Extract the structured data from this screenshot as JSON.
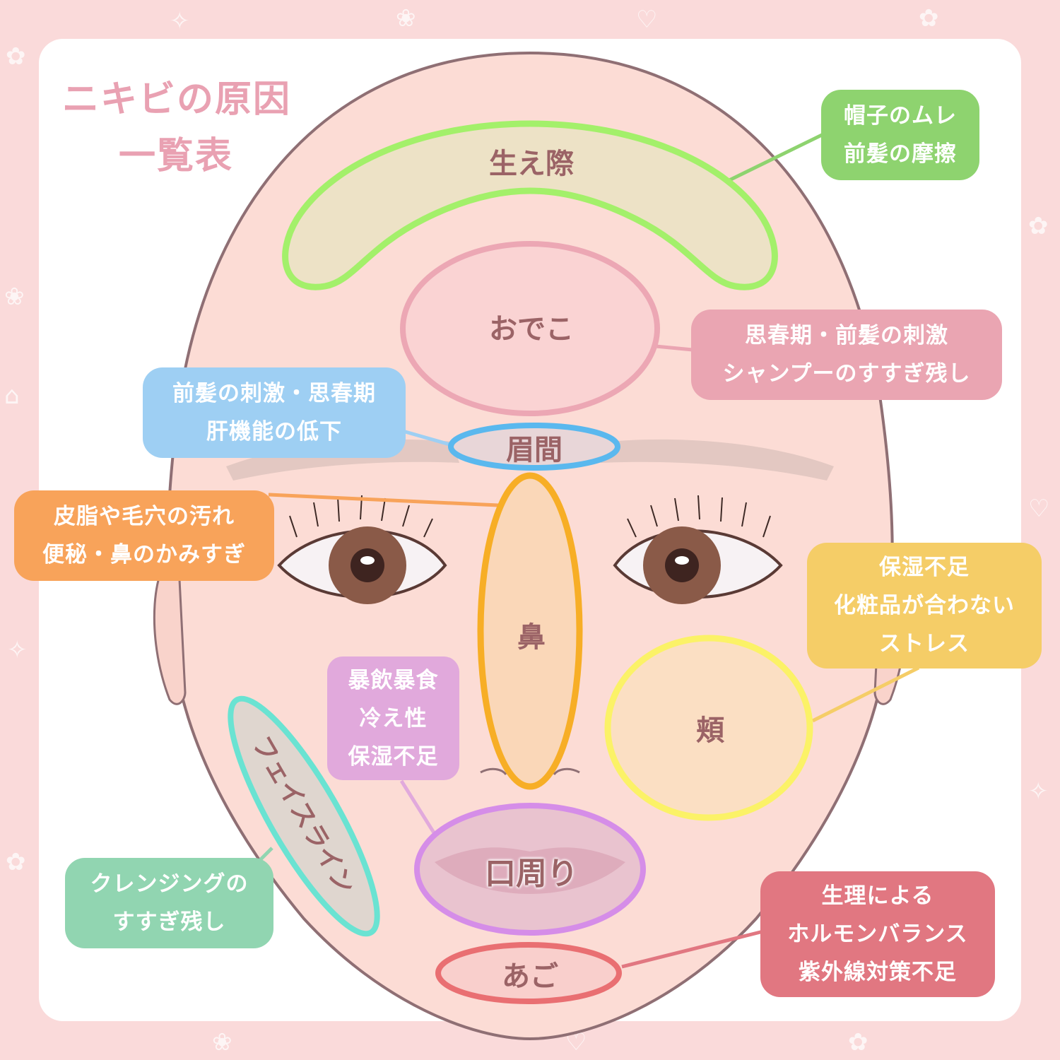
{
  "title": {
    "line1": "ニキビの原因",
    "line2": "一覧表",
    "color": "#e9a1b2"
  },
  "zones": [
    {
      "id": "hairline",
      "label": "生え際",
      "stroke": "#a3f06a",
      "fill": "#ede2c6"
    },
    {
      "id": "forehead",
      "label": "おでこ",
      "stroke": "#eca7b4",
      "fill": "#fad3d3"
    },
    {
      "id": "glabella",
      "label": "眉間",
      "stroke": "#5ab8ee",
      "fill": "#e8d6d8"
    },
    {
      "id": "nose",
      "label": "鼻",
      "stroke": "#f7ae26",
      "fill": "#fad7b8"
    },
    {
      "id": "cheek",
      "label": "頬",
      "stroke": "#fbf267",
      "fill": "#fbdfc3"
    },
    {
      "id": "faceline",
      "label": "フェイスライン",
      "stroke": "#6ae3d2",
      "fill": "#dfd6cf"
    },
    {
      "id": "mouth",
      "label": "口周り",
      "stroke": "#d58de8",
      "fill": "#e9c3cf"
    },
    {
      "id": "chin",
      "label": "あご",
      "stroke": "#e96f72",
      "fill": "#f9cfcc"
    }
  ],
  "causes": {
    "hairline": {
      "lines": [
        "帽子のムレ",
        "前髪の摩擦"
      ],
      "color": "#8ed36f"
    },
    "forehead": {
      "lines": [
        "思春期・前髪の刺激",
        "シャンプーのすすぎ残し"
      ],
      "color": "#eaa5b2"
    },
    "glabella": {
      "lines": [
        "前髪の刺激・思春期",
        "肝機能の低下"
      ],
      "color": "#9ecff3"
    },
    "nose": {
      "lines": [
        "皮脂や毛穴の汚れ",
        "便秘・鼻のかみすぎ"
      ],
      "color": "#f8a35a"
    },
    "cheek": {
      "lines": [
        "保湿不足",
        "化粧品が合わない",
        "ストレス"
      ],
      "color": "#f5cd67"
    },
    "mouth": {
      "lines": [
        "暴飲暴食",
        "冷え性",
        "保湿不足"
      ],
      "color": "#e1a9dc"
    },
    "faceline": {
      "lines": [
        "クレンジングの",
        "すすぎ残し"
      ],
      "color": "#91d5b1"
    },
    "chin": {
      "lines": [
        "生理による",
        "ホルモンバランス",
        "紫外線対策不足"
      ],
      "color": "#e17781"
    }
  },
  "colors": {
    "background": "#fadada",
    "card": "#ffffff",
    "skin": "#fcdcd5",
    "face_outline": "#8f6f74",
    "zone_text": "#9b6366"
  }
}
